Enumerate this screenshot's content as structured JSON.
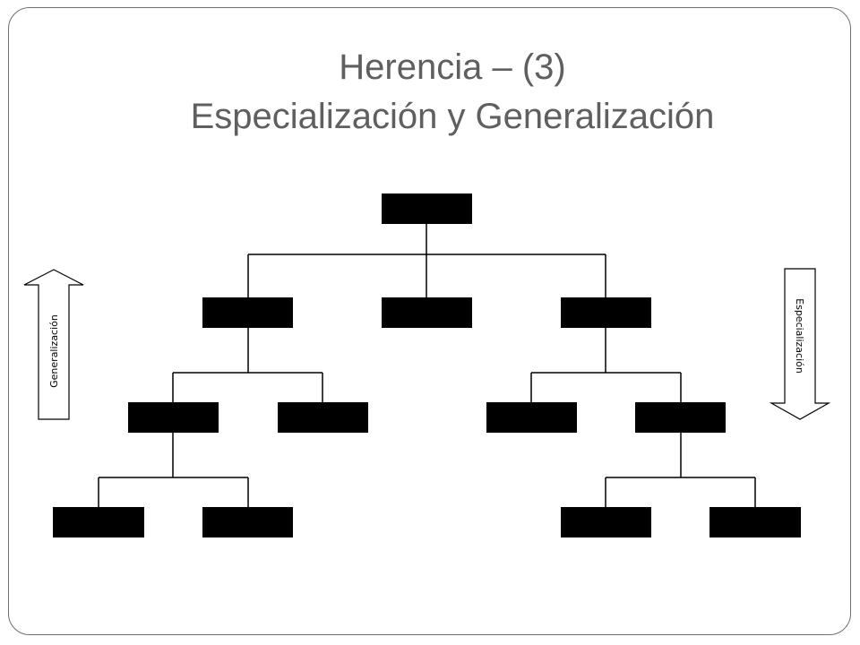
{
  "slide": {
    "title_line1": "Herencia – (3)",
    "title_line2": "Especialización y Generalización"
  },
  "diagram": {
    "left_arrow_label": "Generalización",
    "right_arrow_label": "Especialización",
    "box_color": "#000000",
    "title_color": "#5f5f5f"
  }
}
